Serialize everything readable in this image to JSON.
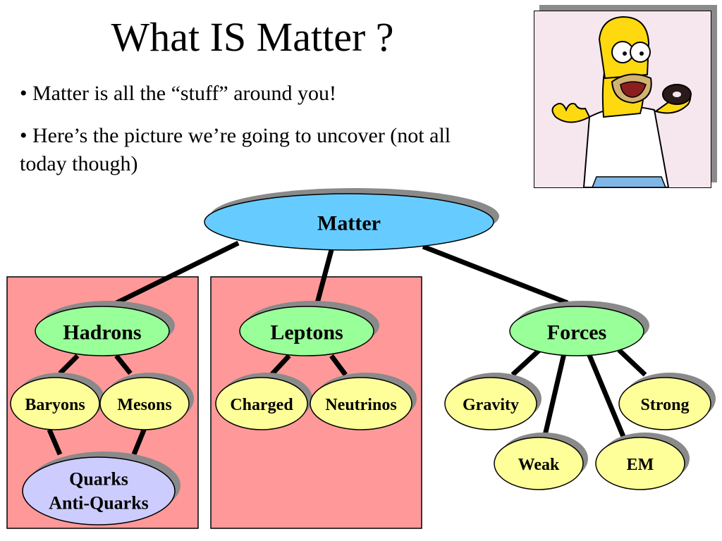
{
  "slide": {
    "title": "What IS Matter ?",
    "bullets": [
      "• Matter is all the “stuff” around you!",
      "• Here’s the picture we’re going to uncover (not all today though)"
    ]
  },
  "diagram": {
    "root": "Matter",
    "hadrons": "Hadrons",
    "leptons": "Leptons",
    "forces": "Forces",
    "baryons": "Baryons",
    "mesons": "Mesons",
    "quarks_line1": "Quarks",
    "quarks_line2": "Anti-Quarks",
    "charged": "Charged",
    "neutrinos": "Neutrinos",
    "gravity": "Gravity",
    "weak": "Weak",
    "em": "EM",
    "strong": "Strong"
  },
  "colors": {
    "root_fill": "#66ccff",
    "group_fill": "#99ff99",
    "leaf_fill": "#ffff99",
    "quark_fill": "#ccccff",
    "panel_fill": "#ff9999",
    "shadow": "#8a8a8a"
  },
  "image": {
    "subject": "cartoon character holding a donut"
  }
}
